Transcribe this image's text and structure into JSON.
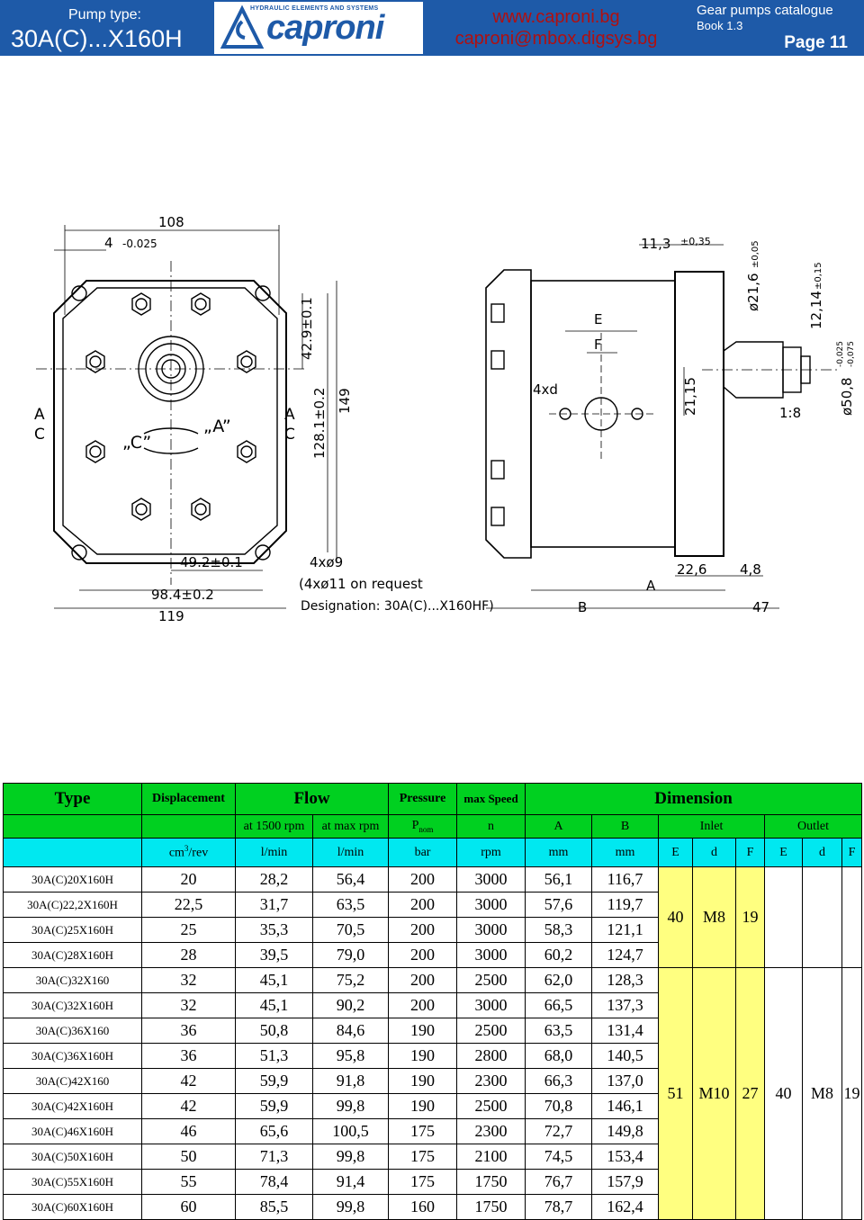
{
  "header": {
    "pump_type_label": "Pump type:",
    "pump_type_value": "30A(C)...X160H",
    "logo_tagline": "HYDRAULIC ELEMENTS AND SYSTEMS",
    "logo_word": "caproni",
    "website": "www.caproni.bg",
    "email": "caproni@mbox.digsys.bg",
    "catalogue": "Gear pumps catalogue",
    "book": "Book 1.3",
    "page": "Page 11"
  },
  "drawing": {
    "dims": {
      "d108": "108",
      "d4": "4",
      "d4tol": "-0.025",
      "d42": "42.9±0.1",
      "d128": "128.1±0.2",
      "d149": "149",
      "d49": "49.2±0.1",
      "d98": "98.4±0.2",
      "d119": "119",
      "holes": "4xø9",
      "holes_req": "(4xø11 on request",
      "designation": "Designation: 30A(C)...X160HF)",
      "d113": "11,3",
      "d113tol": "±0,35",
      "d216": "ø21,6",
      "d216tol": "±0,05",
      "d1214": "12,14",
      "d1214tol": "±0,15",
      "d508": "ø50,8",
      "d508tol1": "-0,025",
      "d508tol2": "-0,075",
      "d2115": "21,15",
      "taper": "1:8",
      "lE": "E",
      "lF": "F",
      "l4xd": "4xd",
      "d226": "22,6",
      "d48": "4,8",
      "lA": "A",
      "lB": "B",
      "d47": "47"
    },
    "rotation": {
      "a_label": "A",
      "c_label": "C",
      "c_quote": "„C”",
      "a_quote": "„A”"
    }
  },
  "table": {
    "h_type": "Type",
    "h_disp": "Displacement",
    "h_flow": "Flow",
    "h_press": "Pressure",
    "h_speed": "max Speed",
    "h_dim": "Dimension",
    "s_flow1": "at 1500 rpm",
    "s_flow2": "at max rpm",
    "s_press": "P",
    "s_press_sub": "nom",
    "s_speed": "n",
    "s_A": "A",
    "s_B": "B",
    "s_inlet": "Inlet",
    "s_outlet": "Outlet",
    "u_disp": "cm",
    "u_disp_sup": "3",
    "u_disp_rest": "/rev",
    "u_flow1": "l/min",
    "u_flow2": "l/min",
    "u_press": "bar",
    "u_speed": "rpm",
    "u_A": "mm",
    "u_B": "mm",
    "u_E": "E",
    "u_d": "d",
    "u_F": "F",
    "u_E2": "E",
    "u_d2": "d",
    "u_F2": "F",
    "rows": [
      [
        "30A(C)20X160H",
        "20",
        "28,2",
        "56,4",
        "200",
        "3000",
        "56,1",
        "116,7"
      ],
      [
        "30A(C)22,2X160H",
        "22,5",
        "31,7",
        "63,5",
        "200",
        "3000",
        "57,6",
        "119,7"
      ],
      [
        "30A(C)25X160H",
        "25",
        "35,3",
        "70,5",
        "200",
        "3000",
        "58,3",
        "121,1"
      ],
      [
        "30A(C)28X160H",
        "28",
        "39,5",
        "79,0",
        "200",
        "3000",
        "60,2",
        "124,7"
      ],
      [
        "30A(C)32X160",
        "32",
        "45,1",
        "75,2",
        "200",
        "2500",
        "62,0",
        "128,3"
      ],
      [
        "30A(C)32X160H",
        "32",
        "45,1",
        "90,2",
        "200",
        "3000",
        "66,5",
        "137,3"
      ],
      [
        "30A(C)36X160",
        "36",
        "50,8",
        "84,6",
        "190",
        "2500",
        "63,5",
        "131,4"
      ],
      [
        "30A(C)36X160H",
        "36",
        "51,3",
        "95,8",
        "190",
        "2800",
        "68,0",
        "140,5"
      ],
      [
        "30A(C)42X160",
        "42",
        "59,9",
        "91,8",
        "190",
        "2300",
        "66,3",
        "137,0"
      ],
      [
        "30A(C)42X160H",
        "42",
        "59,9",
        "99,8",
        "190",
        "2500",
        "70,8",
        "146,1"
      ],
      [
        "30A(C)46X160H",
        "46",
        "65,6",
        "100,5",
        "175",
        "2300",
        "72,7",
        "149,8"
      ],
      [
        "30A(C)50X160H",
        "50",
        "71,3",
        "99,8",
        "175",
        "2100",
        "74,5",
        "153,4"
      ],
      [
        "30A(C)55X160H",
        "55",
        "78,4",
        "91,4",
        "175",
        "1750",
        "76,7",
        "157,9"
      ],
      [
        "30A(C)60X160H",
        "60",
        "85,5",
        "99,8",
        "160",
        "1750",
        "78,7",
        "162,4"
      ]
    ],
    "inlet_g1": {
      "E": "40",
      "d": "M8",
      "F": "19"
    },
    "inlet_g2": {
      "E": "51",
      "d": "M10",
      "F": "27"
    },
    "outlet": {
      "E": "40",
      "d": "M8",
      "F": "19"
    }
  }
}
